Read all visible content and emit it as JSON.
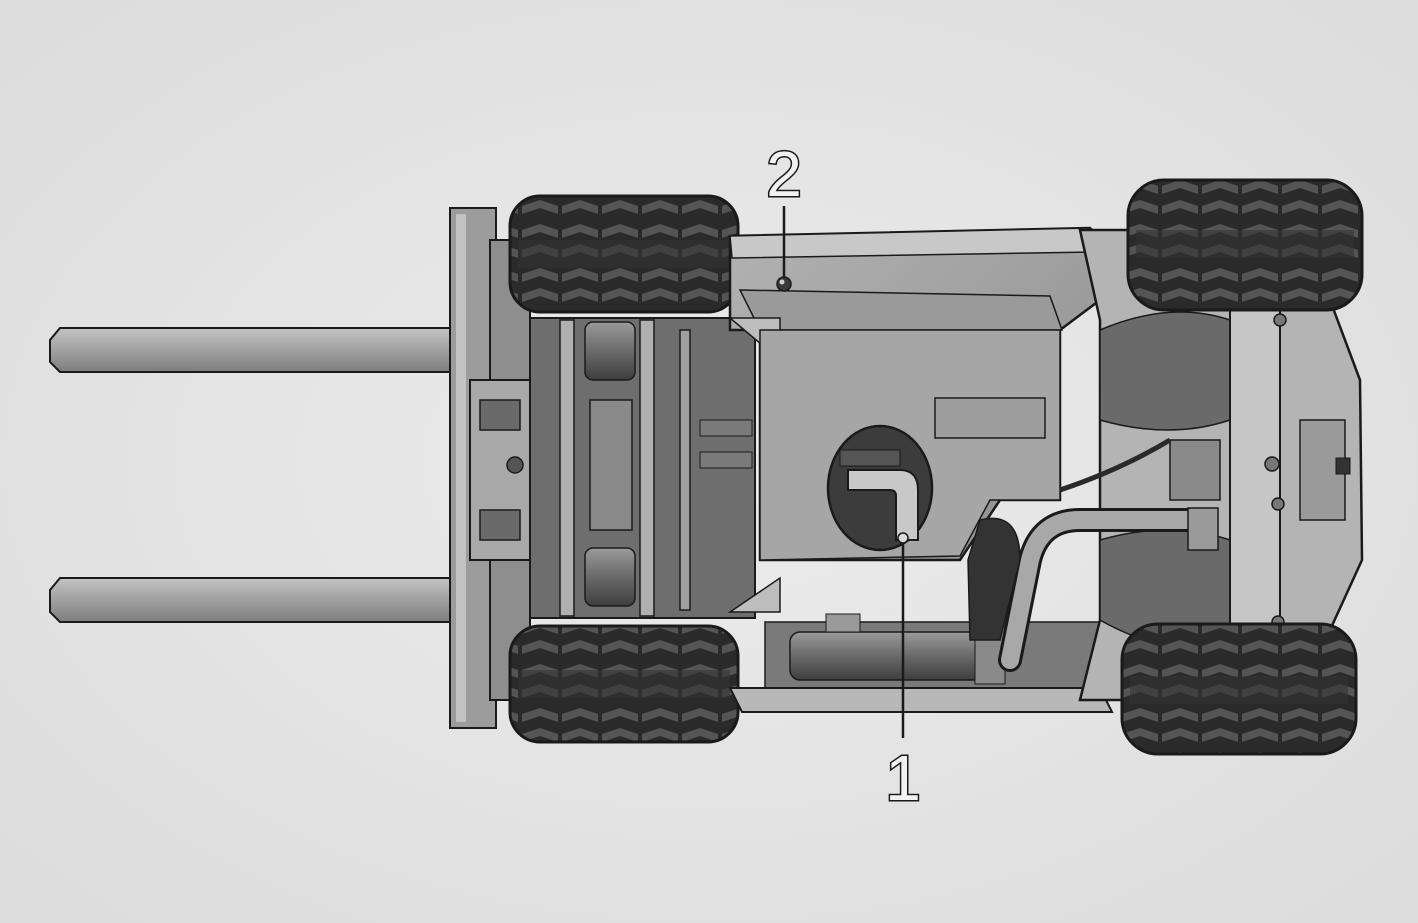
{
  "diagram": {
    "subject": "forklift-underside-view",
    "callouts": [
      {
        "id": "callout-1",
        "label": "1"
      },
      {
        "id": "callout-2",
        "label": "2"
      }
    ],
    "colors": {
      "background": "#e6e6e6",
      "metal_light": "#a9a9a9",
      "metal_mid": "#8a8a8a",
      "metal_dark": "#555555",
      "tire": "#2a2a2a",
      "tread": "#4a4a4a",
      "outline": "#1a1a1a"
    }
  }
}
